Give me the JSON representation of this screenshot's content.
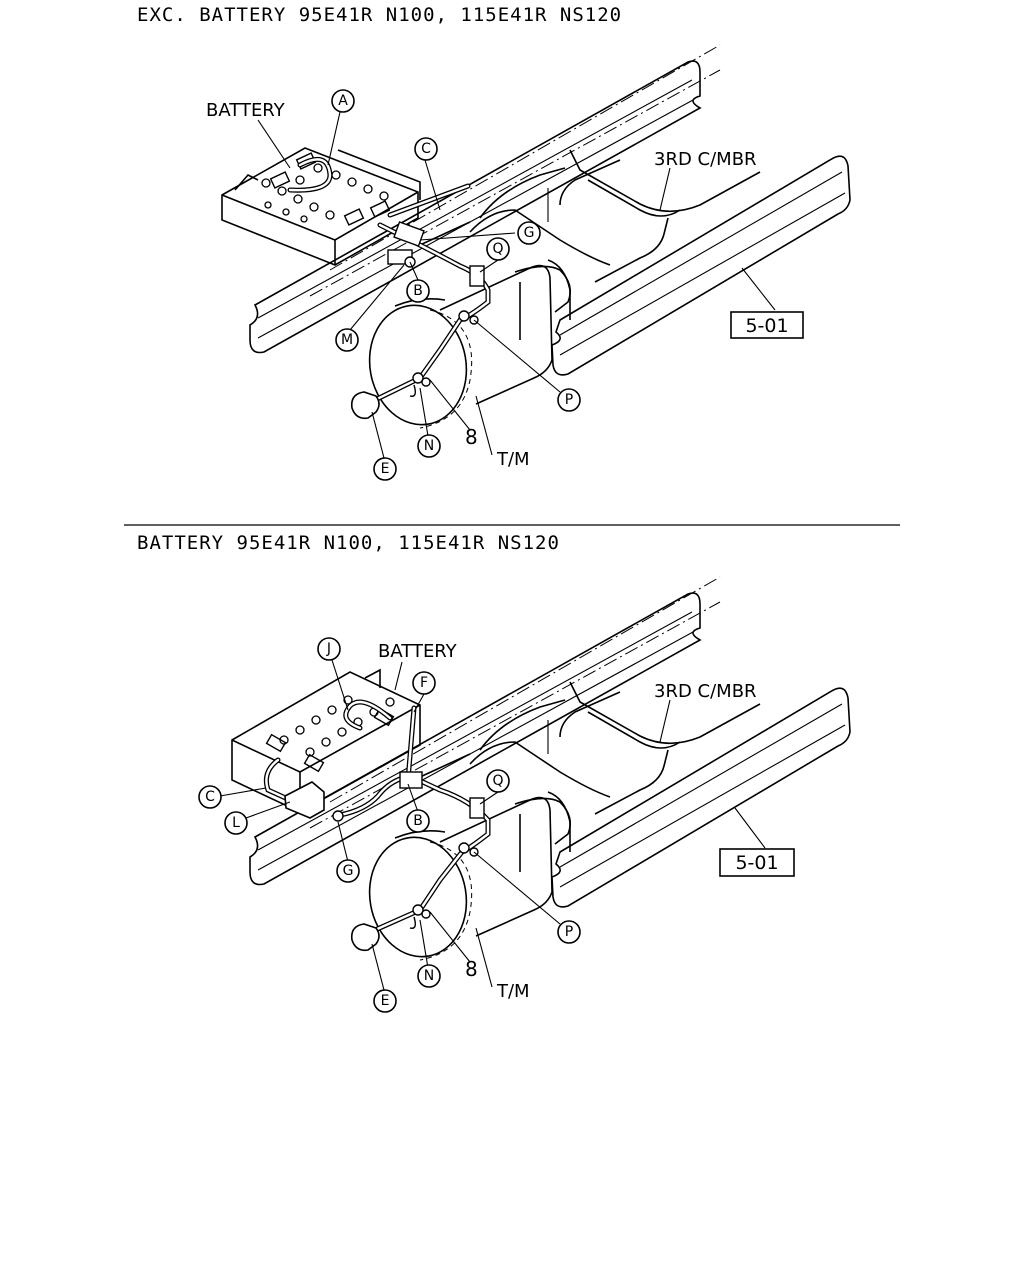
{
  "diagram_1": {
    "heading": "EXC. BATTERY 95E41R N100, 115E41R NS120",
    "labels": {
      "battery": "BATTERY",
      "crossmember": "3RD C/MBR",
      "transmission": "T/M",
      "ref_number": "8",
      "section_ref": "5-01"
    },
    "callouts": [
      "A",
      "C",
      "G",
      "Q",
      "B",
      "M",
      "P",
      "N",
      "E"
    ]
  },
  "diagram_2": {
    "heading": "BATTERY 95E41R N100, 115E41R NS120",
    "labels": {
      "battery": "BATTERY",
      "crossmember": "3RD C/MBR",
      "transmission": "T/M",
      "ref_number": "8",
      "section_ref": "5-01"
    },
    "callouts": [
      "J",
      "F",
      "C",
      "L",
      "Q",
      "B",
      "G",
      "P",
      "N",
      "E"
    ]
  }
}
